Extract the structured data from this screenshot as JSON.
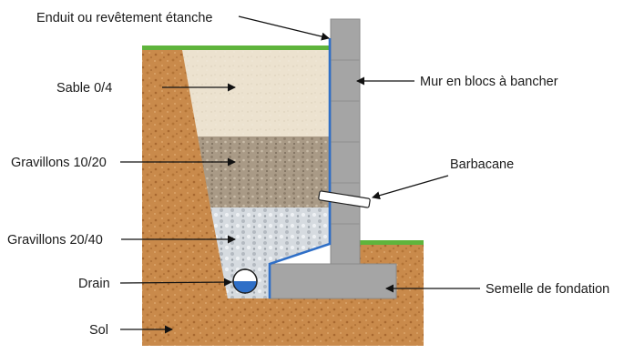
{
  "labels": {
    "enduit": "Enduit ou revêtement étanche",
    "mur": "Mur en blocs à bancher",
    "sable": "Sable 0/4",
    "gravillons_1020": "Gravillons 10/20",
    "barbacane": "Barbacane",
    "gravillons_2040": "Gravillons 20/40",
    "drain": "Drain",
    "semelle": "Semelle de fondation",
    "sol": "Sol"
  },
  "colors": {
    "soil": "#c98a4b",
    "grass": "#5fb43c",
    "sand": "#ece2cf",
    "gravel_1020": "#a99a86",
    "gravel_2040": "#d6dbe0",
    "concrete": "#a5a5a5",
    "waterproofing": "#2f6fc7"
  }
}
